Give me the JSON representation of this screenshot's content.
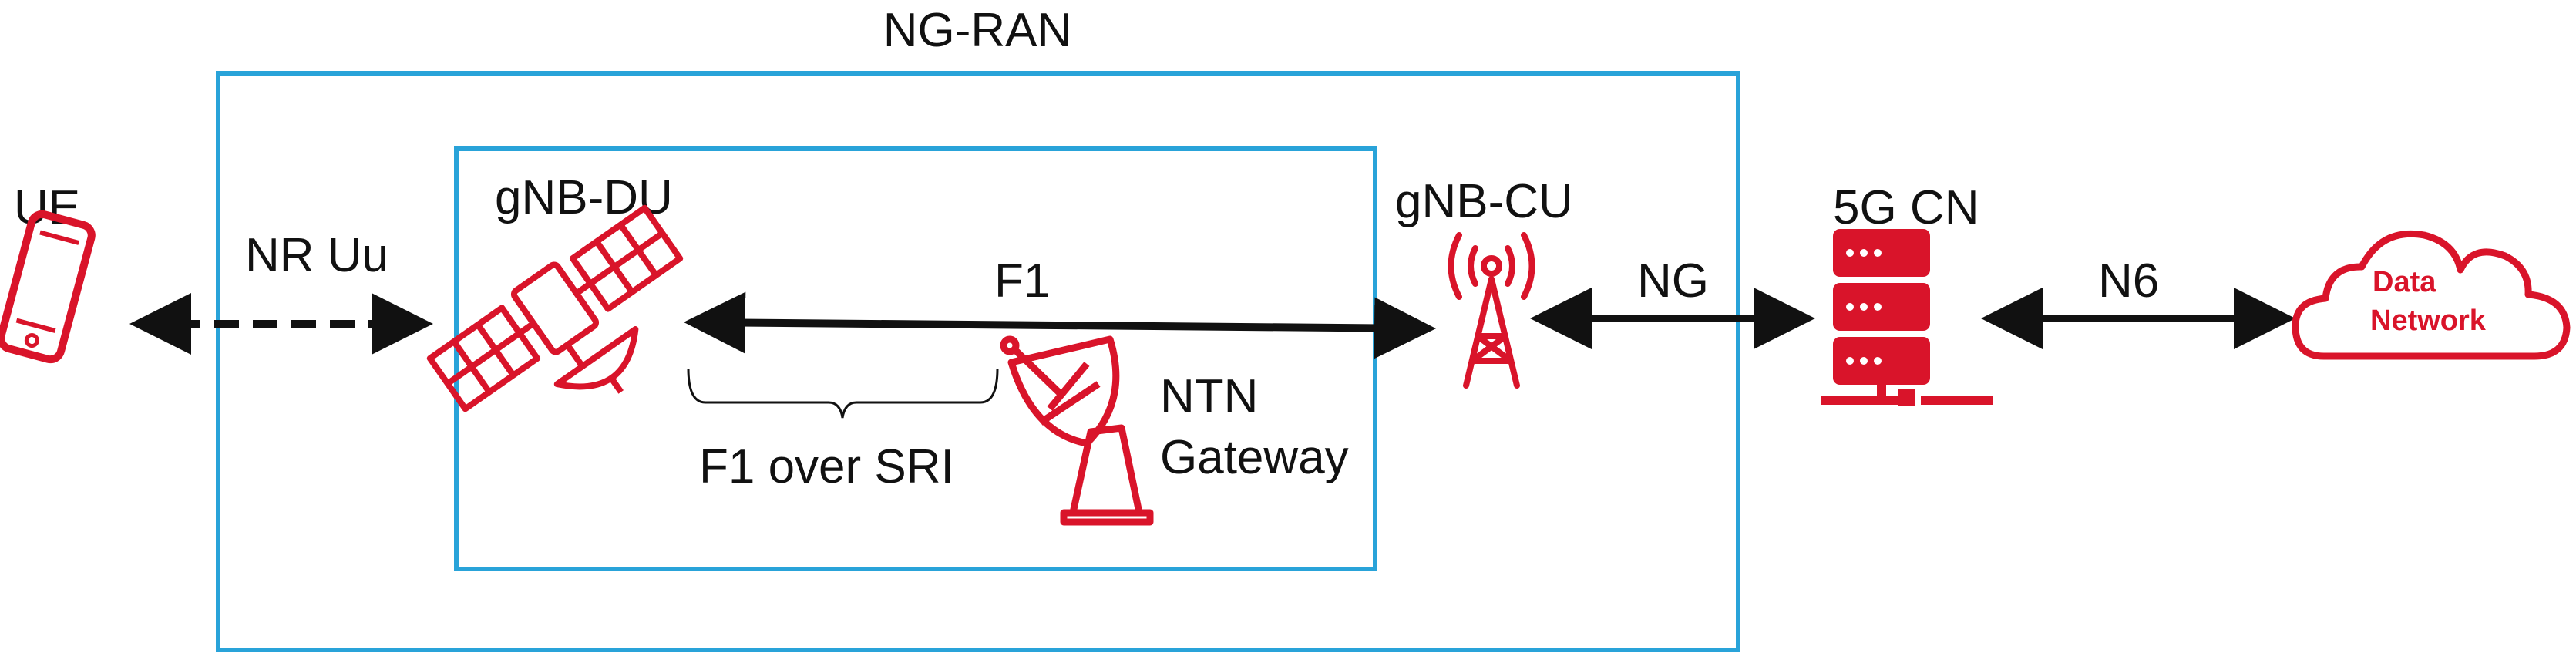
{
  "colors": {
    "box_border": "#29a3d9",
    "icon_red": "#d9142a",
    "text": "#111111",
    "arrow": "#111111"
  },
  "labels": {
    "ng_ran": "NG-RAN",
    "ue": "UE",
    "nr_uu": "NR Uu",
    "gnb_du": "gNB-DU",
    "gnb_cu": "gNB-CU",
    "f1": "F1",
    "f1_over_sri": "F1 over SRI",
    "ntn_line1": "NTN",
    "ntn_line2": "Gateway",
    "ng": "NG",
    "core": "5G CN",
    "n6": "N6",
    "data_network_line1": "Data",
    "data_network_line2": "Network"
  },
  "icons": {
    "ue": "smartphone-icon",
    "gnb_du": "satellite-icon",
    "gateway": "satellite-dish-icon",
    "gnb_cu": "radio-tower-icon",
    "core": "server-icon",
    "data_network": "cloud-icon"
  }
}
